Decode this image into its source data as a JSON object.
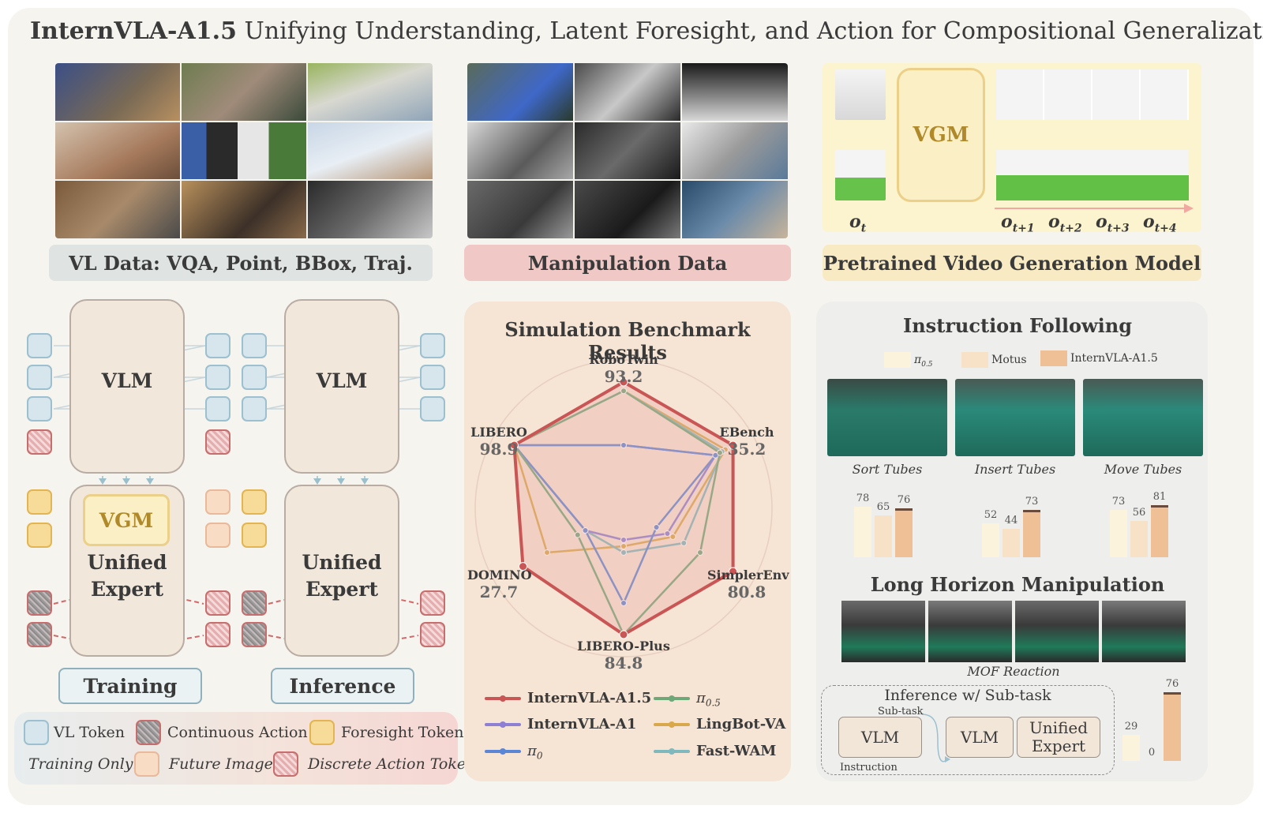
{
  "title": {
    "bold": "InternVLA-A1.5",
    "rest": " Unifying Understanding, Latent Foresight, and Action for Compositional Generalization"
  },
  "top_panels": {
    "vl_data": "VL Data: VQA, Point, BBox, Traj.",
    "manipulation": "Manipulation Data",
    "pretrained": "Pretrained Video Generation Model"
  },
  "vgm_panel": {
    "vgm": "VGM",
    "o_t": "o",
    "o_t_sub": "t",
    "frames": [
      {
        "o": "o",
        "sub": "t+1"
      },
      {
        "o": "o",
        "sub": "t+2"
      },
      {
        "o": "o",
        "sub": "t+3"
      },
      {
        "o": "o",
        "sub": "t+4"
      }
    ]
  },
  "architecture": {
    "vlm": "VLM",
    "vgm": "VGM",
    "unified_expert": "Unified Expert",
    "training": "Training",
    "inference": "Inference"
  },
  "legend": {
    "vl_token": "VL Token",
    "continuous_action": "Continuous Action",
    "foresight_token": "Foresight Token",
    "training_only": "Training Only:",
    "future_images": "Future Images",
    "discrete_action": "Discrete Action Token"
  },
  "radar": {
    "title": "Simulation Benchmark Results",
    "axes": [
      {
        "name": "RoboTwin",
        "value": "93.2"
      },
      {
        "name": "EBench",
        "value": "35.2"
      },
      {
        "name": "SimplerEnv",
        "value": "80.8"
      },
      {
        "name": "LIBERO-Plus",
        "value": "84.8"
      },
      {
        "name": "DOMINO",
        "value": "27.7"
      },
      {
        "name": "LIBERO",
        "value": "98.9"
      }
    ],
    "series": [
      {
        "name": "InternVLA-A1.5",
        "color": "#c95555"
      },
      {
        "name": "InternVLA-A1",
        "color": "#8d7fd4"
      },
      {
        "name": "π",
        "sub": "0",
        "color": "#5b86d6"
      },
      {
        "name": "π",
        "sub": "0.5",
        "color": "#6ea878"
      },
      {
        "name": "LingBot-VA",
        "color": "#d9a84a"
      },
      {
        "name": "Fast-WAM",
        "color": "#7fb8bd"
      }
    ]
  },
  "instruction": {
    "title": "Instruction Following",
    "legend": [
      {
        "name": "π",
        "sub": "0.5",
        "color": "#fbf3dc"
      },
      {
        "name": "Motus",
        "color": "#f7e2c8"
      },
      {
        "name": "InternVLA-A1.5",
        "color": "#efbf96"
      }
    ],
    "tasks": [
      {
        "name": "Sort Tubes",
        "values": [
          78,
          65,
          76
        ]
      },
      {
        "name": "Insert Tubes",
        "values": [
          52,
          44,
          73
        ]
      },
      {
        "name": "Move Tubes",
        "values": [
          73,
          56,
          81
        ]
      }
    ]
  },
  "long_horizon": {
    "title": "Long Horizon Manipulation",
    "caption": "MOF Reaction",
    "inference_title": "Inference w/ Sub-task",
    "sub_task": "Sub-task",
    "instruction_lbl": "Instruction",
    "vlm": "VLM",
    "unified_expert": "Unified Expert",
    "bars": [
      29,
      0,
      76
    ]
  }
}
